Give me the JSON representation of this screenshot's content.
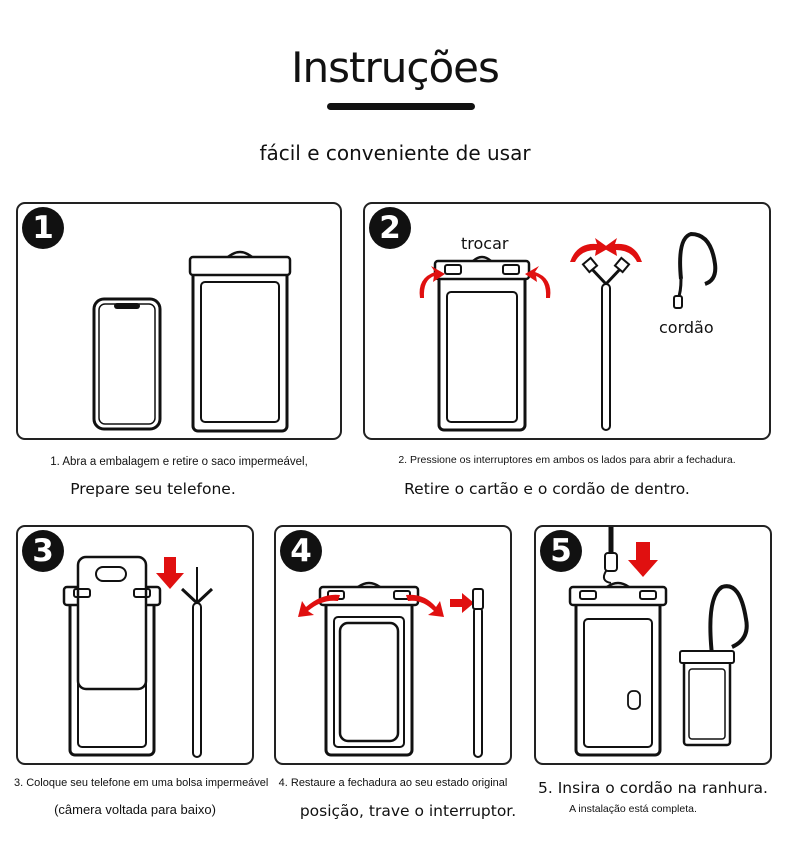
{
  "header": {
    "title": "Instruções",
    "subtitle": "fácil e conveniente de usar"
  },
  "steps": [
    {
      "number": "1",
      "caption_line1": "1. Abra a embalagem e retire o saco impermeável,",
      "caption_line2": "Prepare seu telefone."
    },
    {
      "number": "2",
      "label_switch": "trocar",
      "label_lanyard": "cordão",
      "caption_line1": "2. Pressione os interruptores em ambos os lados para abrir a fechadura.",
      "caption_line2": "Retire o cartão e o cordão de dentro."
    },
    {
      "number": "3",
      "caption_line1": "3. Coloque seu telefone em uma bolsa impermeável",
      "caption_line2": "(câmera voltada para baixo)"
    },
    {
      "number": "4",
      "caption_line1": "4. Restaure a fechadura ao seu estado original",
      "caption_line2": "posição, trave o interruptor."
    },
    {
      "number": "5",
      "caption_line1": "5. Insira o cordão na ranhura.",
      "caption_line2": "A instalação está completa."
    }
  ],
  "colors": {
    "accent_arrow": "#e01010",
    "line": "#111111"
  },
  "icons": [
    "step-number-badge",
    "phone-icon",
    "waterproof-pouch-icon",
    "lanyard-icon",
    "red-arrow-icon"
  ]
}
